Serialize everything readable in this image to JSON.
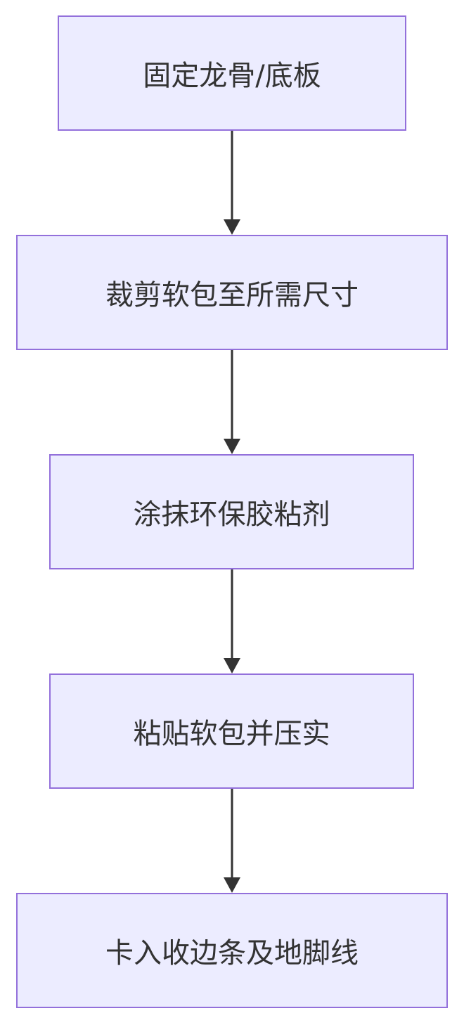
{
  "diagram": {
    "type": "flowchart",
    "direction": "top-to-bottom",
    "colors": {
      "node_fill": "#ECECFF",
      "node_border": "#9370DB",
      "text": "#333333",
      "edge": "#333333"
    },
    "nodes": [
      {
        "id": "n1",
        "label": "固定龙骨/底板"
      },
      {
        "id": "n2",
        "label": "裁剪软包至所需尺寸"
      },
      {
        "id": "n3",
        "label": "涂抹环保胶粘剂"
      },
      {
        "id": "n4",
        "label": "粘贴软包并压实"
      },
      {
        "id": "n5",
        "label": "卡入收边条及地脚线"
      }
    ],
    "edges": [
      {
        "from": "n1",
        "to": "n2"
      },
      {
        "from": "n2",
        "to": "n3"
      },
      {
        "from": "n3",
        "to": "n4"
      },
      {
        "from": "n4",
        "to": "n5"
      }
    ]
  }
}
